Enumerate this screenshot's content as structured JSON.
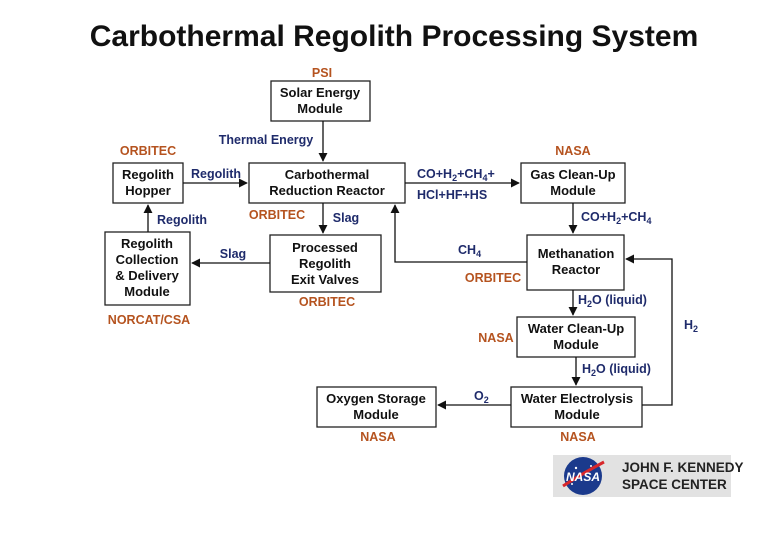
{
  "title": "Carbothermal Regolith Processing System",
  "modules": {
    "solar": {
      "line1": "Solar Energy",
      "line2": "Module",
      "org": "PSI"
    },
    "hopper": {
      "line1": "Regolith",
      "line2": "Hopper",
      "org": "ORBITEC"
    },
    "reactor": {
      "line1": "Carbothermal",
      "line2": "Reduction Reactor",
      "org": "ORBITEC"
    },
    "gas_cleanup": {
      "line1": "Gas Clean-Up",
      "line2": "Module",
      "org": "NASA"
    },
    "collection": {
      "line1": "Regolith",
      "line2": "Collection",
      "line3": "& Delivery",
      "line4": "Module",
      "org": "NORCAT/CSA"
    },
    "exit_valves": {
      "line1": "Processed",
      "line2": "Regolith",
      "line3": "Exit Valves",
      "org": "ORBITEC"
    },
    "methanation": {
      "line1": "Methanation",
      "line2": "Reactor",
      "org": "ORBITEC"
    },
    "water_cleanup": {
      "line1": "Water Clean-Up",
      "line2": "Module",
      "org": "NASA"
    },
    "electrolysis": {
      "line1": "Water Electrolysis",
      "line2": "Module",
      "org": "NASA"
    },
    "oxygen_storage": {
      "line1": "Oxygen Storage",
      "line2": "Module",
      "org": "NASA"
    }
  },
  "flows": {
    "thermal_energy": "Thermal Energy",
    "regolith_to_reactor": "Regolith",
    "regolith_to_hopper": "Regolith",
    "slag_down": "Slag",
    "slag_left": "Slag",
    "gas_top": {
      "a": "CO+H",
      "a_sub": "2",
      "b": "+CH",
      "b_sub": "4",
      "c": "+"
    },
    "gas_bottom": "HCl+HF+HS",
    "gas_out": {
      "a": "CO+H",
      "a_sub": "2",
      "b": "+CH",
      "b_sub": "4"
    },
    "ch4": {
      "a": "CH",
      "a_sub": "4"
    },
    "h2o_1": {
      "a": "H",
      "a_sub": "2",
      "b": "O (liquid)"
    },
    "h2o_2": {
      "a": "H",
      "a_sub": "2",
      "b": "O (liquid)"
    },
    "o2": {
      "a": "O",
      "a_sub": "2"
    },
    "h2": {
      "a": "H",
      "a_sub": "2"
    }
  },
  "logo": {
    "emblem": "NASA",
    "line1": "JOHN F. KENNEDY",
    "line2": "SPACE CENTER"
  },
  "colors": {
    "org_label": "#b5531f",
    "flow_label": "#1f2b6b"
  }
}
